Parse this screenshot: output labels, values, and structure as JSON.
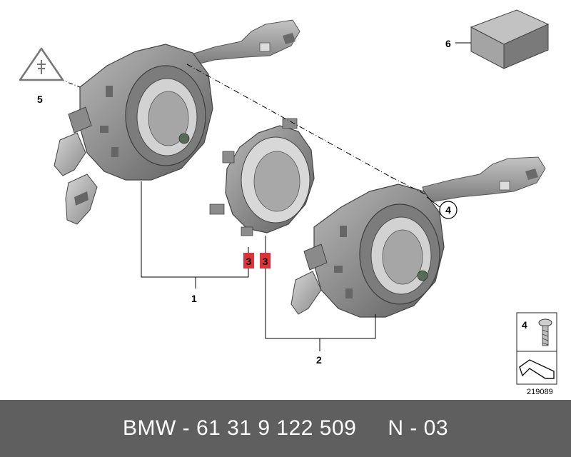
{
  "callouts": {
    "part1": "1",
    "part2": "2",
    "part3a": "3",
    "part3b": "3",
    "part4": "4",
    "part5": "5",
    "part6": "6"
  },
  "legend": {
    "screw_number": "4",
    "diagram_id": "219089"
  },
  "footer": {
    "part_number": "BMW - 61 31 9 122 509",
    "suffix": "N - 03"
  },
  "colors": {
    "highlight": "#e0303a",
    "footer_bg": "#5f5f5f",
    "part_gray": "#9a9a9a"
  },
  "icons": {
    "warning": "electrical-plug-warning-icon",
    "screw": "screw-icon",
    "wedge": "wedge-symbol-icon",
    "box": "box-part-icon"
  }
}
